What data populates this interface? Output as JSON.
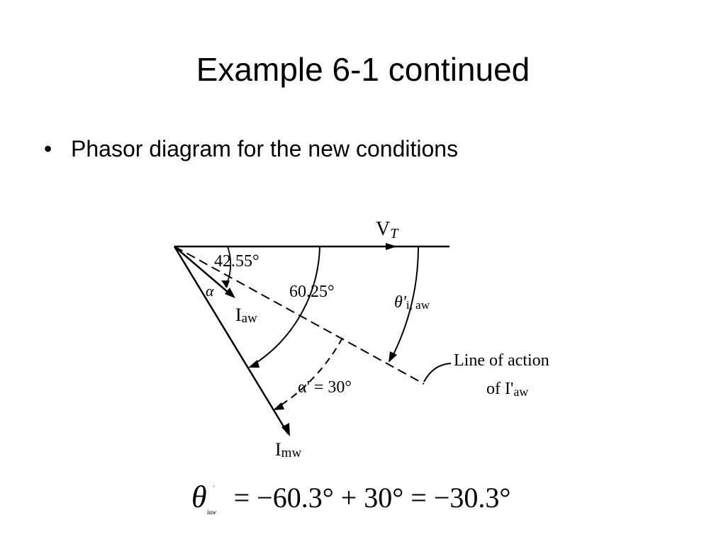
{
  "slide": {
    "title": "Example 6-1 continued",
    "bullet_marker": "•",
    "bullet_text": "Phasor diagram for the new conditions"
  },
  "diagram": {
    "labels": {
      "vt_main": "V",
      "vt_sub": "T",
      "angle_42": "42.55°",
      "alpha": "α",
      "angle_60": "60.25°",
      "iaw_main": "I",
      "iaw_sub": "aw",
      "theta_main": "θ'",
      "theta_sub": "i, aw",
      "line_action_1": "Line of action",
      "line_action_2_main": "of I'",
      "line_action_2_sub": "aw",
      "alpha_prime": "α' = 30°",
      "imw_main": "I",
      "imw_sub": "mw"
    }
  },
  "equation": {
    "symbol": "θ",
    "prime": "'",
    "subscript": "iaw",
    "rhs": "= −60.3° + 30° = −30.3°"
  }
}
